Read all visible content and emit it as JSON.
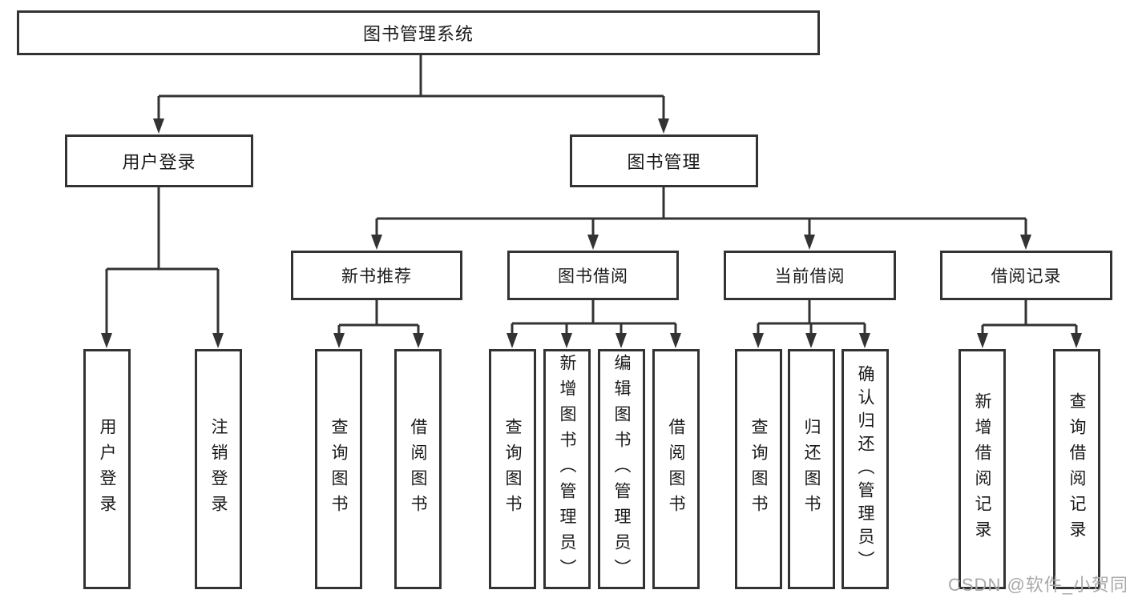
{
  "tree": {
    "root": "图书管理系统",
    "login": {
      "label": "用户登录",
      "children": [
        "用户登录",
        "注销登录"
      ]
    },
    "manage": {
      "label": "图书管理",
      "children": [
        {
          "label": "新书推荐",
          "children": [
            "查询图书",
            "借阅图书"
          ]
        },
        {
          "label": "图书借阅",
          "children": [
            "查询图书",
            "新增图书（管理员）",
            "编辑图书（管理员）",
            "借阅图书"
          ]
        },
        {
          "label": "当前借阅",
          "children": [
            "查询图书",
            "归还图书",
            "确认归还（管理员）"
          ]
        },
        {
          "label": "借阅记录",
          "children": [
            "新增借阅记录",
            "查询借阅记录"
          ]
        }
      ]
    }
  },
  "watermark": {
    "text": "CSDN @软件_小贺同学"
  },
  "colors": {
    "line": "#333333",
    "text": "#1a1a1a",
    "watermark": "#a8a8a8",
    "background": "#ffffff"
  }
}
